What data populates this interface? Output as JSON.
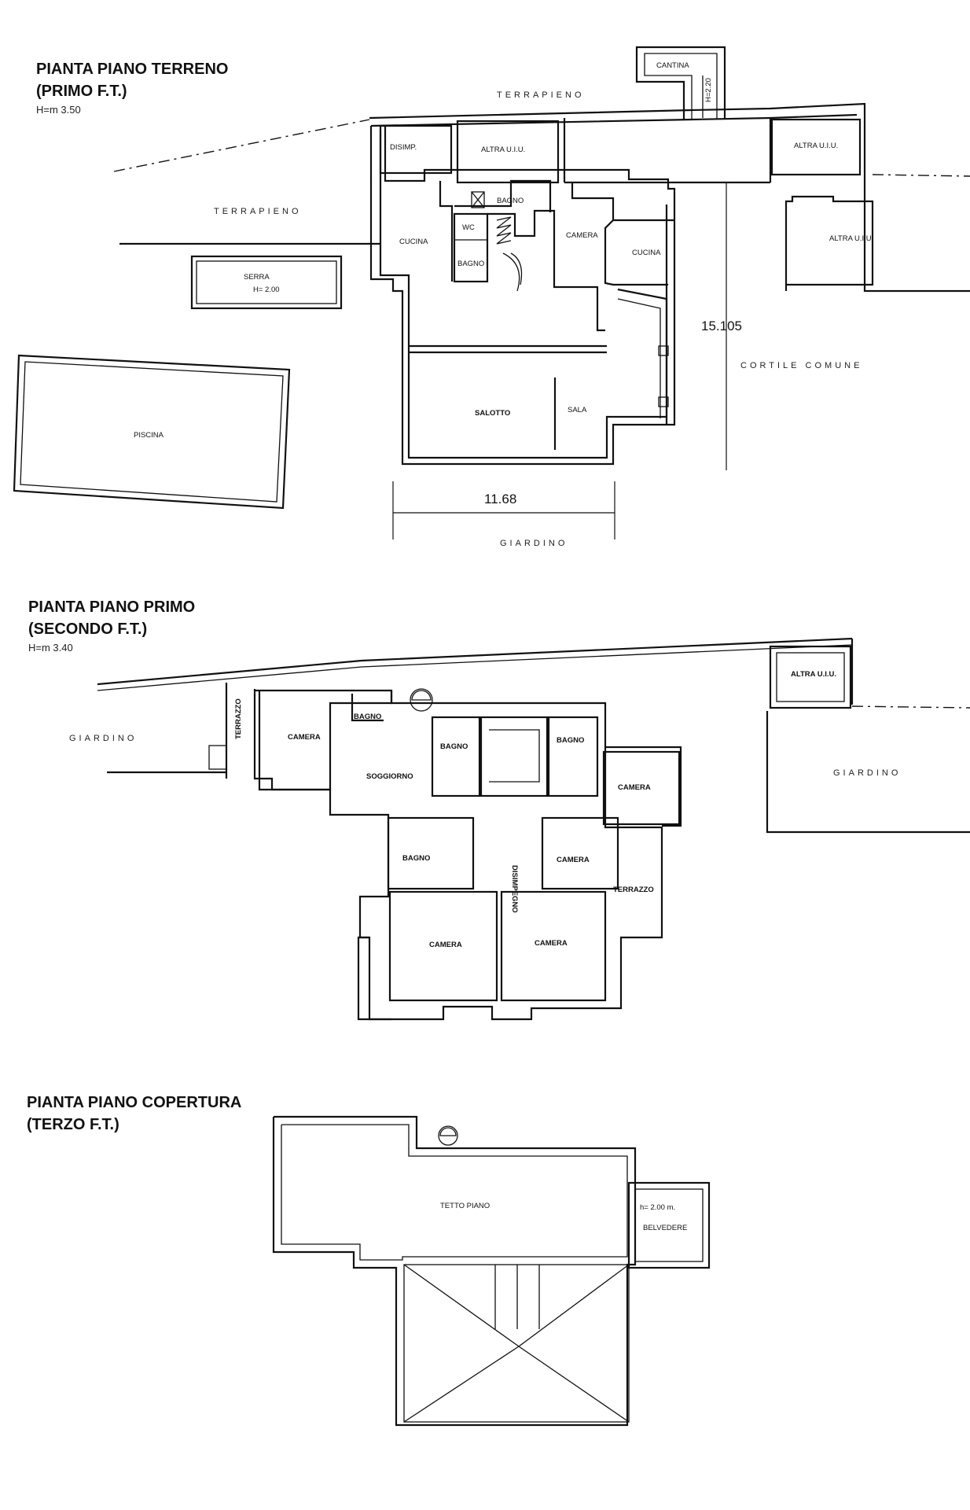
{
  "ground": {
    "title_1": "PIANTA PIANO TERRENO",
    "title_2": "(PRIMO F.T.)",
    "height": "H=m 3.50",
    "terrapieno_top": "TERRAPIENO",
    "terrapieno_left": "TERRAPIENO",
    "cantina": "CANTINA",
    "cantina_h": "H=2.20",
    "disimp": "DISIMP.",
    "altra_1": "ALTRA U.I.U.",
    "altra_2": "ALTRA U.I.U.",
    "altra_3": "ALTRA U.I.U.",
    "bagno_1": "BAGNO",
    "wc": "WC",
    "bagno_2": "BAGNO",
    "cucina_1": "CUCINA",
    "camera": "CAMERA",
    "cucina_2": "CUCINA",
    "serra": "SERRA",
    "serra_h": "H= 2.00",
    "piscina": "PISCINA",
    "dim_depth": "15.105",
    "cortile": "CORTILE COMUNE",
    "salotto": "SALOTTO",
    "sala": "SALA",
    "dim_width": "11.68",
    "giardino": "GIARDINO"
  },
  "first": {
    "title_1": "PIANTA PIANO PRIMO",
    "title_2": "(SECONDO F.T.)",
    "height": "H=m 3.40",
    "altra": "ALTRA U.I.U.",
    "terrazzo_1": "TERRAZZO",
    "giardino_left": "GIARDINO",
    "giardino_right": "GIARDINO",
    "camera_1": "CAMERA",
    "bagno_1": "BAGNO",
    "bagno_2": "BAGNO",
    "bagno_3": "BAGNO",
    "soggiorno": "SOGGIORNO",
    "camera_2": "CAMERA",
    "disimpegno": "DISIMPEGNO",
    "bagno_4": "BAGNO",
    "camera_3": "CAMERA",
    "terrazzo_2": "TERRAZZO",
    "camera_4": "CAMERA",
    "camera_5": "CAMERA"
  },
  "roof": {
    "title_1": "PIANTA PIANO COPERTURA",
    "title_2": "(TERZO F.T.)",
    "tetto": "TETTO PIANO",
    "belvedere_h": "h= 2.00 m.",
    "belvedere": "BELVEDERE"
  }
}
